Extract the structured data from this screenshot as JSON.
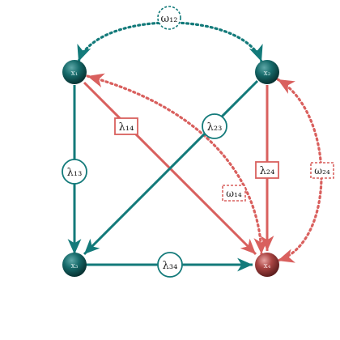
{
  "colors": {
    "teal": "#137a7a",
    "red": "#d9605e",
    "node_teal": "#0c4d4d",
    "node_red": "#8a2f2f"
  },
  "nodes": [
    {
      "id": "x1",
      "label": "x₁",
      "color": "teal"
    },
    {
      "id": "x2",
      "label": "x₂",
      "color": "teal"
    },
    {
      "id": "x3",
      "label": "x₃",
      "color": "teal"
    },
    {
      "id": "x4",
      "label": "x₄",
      "color": "red"
    }
  ],
  "edges": {
    "lambda13": {
      "label": "λ₁₃",
      "from": "x1",
      "to": "x3",
      "style": "solid",
      "color": "teal",
      "box": "circle"
    },
    "lambda14": {
      "label": "λ₁₄",
      "from": "x1",
      "to": "x4",
      "style": "solid",
      "color": "red",
      "box": "rect"
    },
    "lambda23": {
      "label": "λ₂₃",
      "from": "x2",
      "to": "x3",
      "style": "solid",
      "color": "teal",
      "box": "circle"
    },
    "lambda24": {
      "label": "λ₂₄",
      "from": "x2",
      "to": "x4",
      "style": "solid",
      "color": "red",
      "box": "rect"
    },
    "lambda34": {
      "label": "λ₃₄",
      "from": "x3",
      "to": "x4",
      "style": "solid",
      "color": "teal",
      "box": "circle"
    },
    "omega12": {
      "label": "ω₁₂",
      "from": "x1",
      "to": "x2",
      "style": "dotted",
      "color": "teal",
      "box": "dashed-circle"
    },
    "omega14": {
      "label": "ω₁₄",
      "from": "x1",
      "to": "x4",
      "style": "dotted",
      "color": "red",
      "box": "dashed-rect"
    },
    "omega24": {
      "label": "ω₂₄",
      "from": "x2",
      "to": "x4",
      "style": "dotted",
      "color": "red",
      "box": "dashed-rect"
    }
  }
}
